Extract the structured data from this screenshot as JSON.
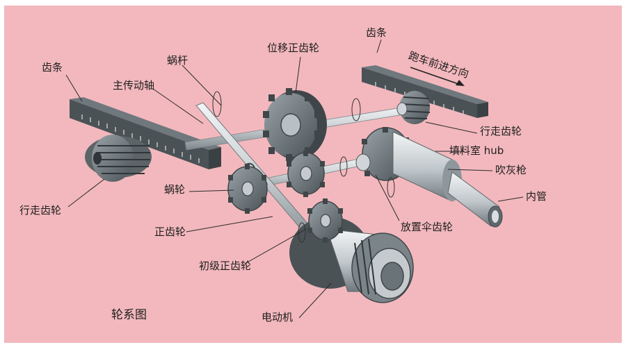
{
  "diagram": {
    "caption": "轮系图",
    "labels": {
      "rack_left": "齿条",
      "worm": "蜗杆",
      "main_shaft": "主传动轴",
      "shift_spur_gear": "位移正齿轮",
      "rack_right": "齿条",
      "direction": "跑车前进方向",
      "travel_gear_right": "行走齿轮",
      "chamber_hub": "填料室 hub",
      "blow_gun": "吹灰枪",
      "inner_tube": "内管",
      "worm_wheel": "蜗轮",
      "travel_gear_left": "行走齿轮",
      "spur_gear": "正齿轮",
      "bevel_gear": "放置伞齿轮",
      "primary_spur_gear": "初级正齿轮",
      "motor": "电动机"
    }
  },
  "colors": {
    "background": "#f2b8bd",
    "metal_dark": "#4a5256",
    "metal_mid": "#8c969b",
    "metal_light": "#d7dcdf",
    "leader_line": "#2a2a2a"
  }
}
